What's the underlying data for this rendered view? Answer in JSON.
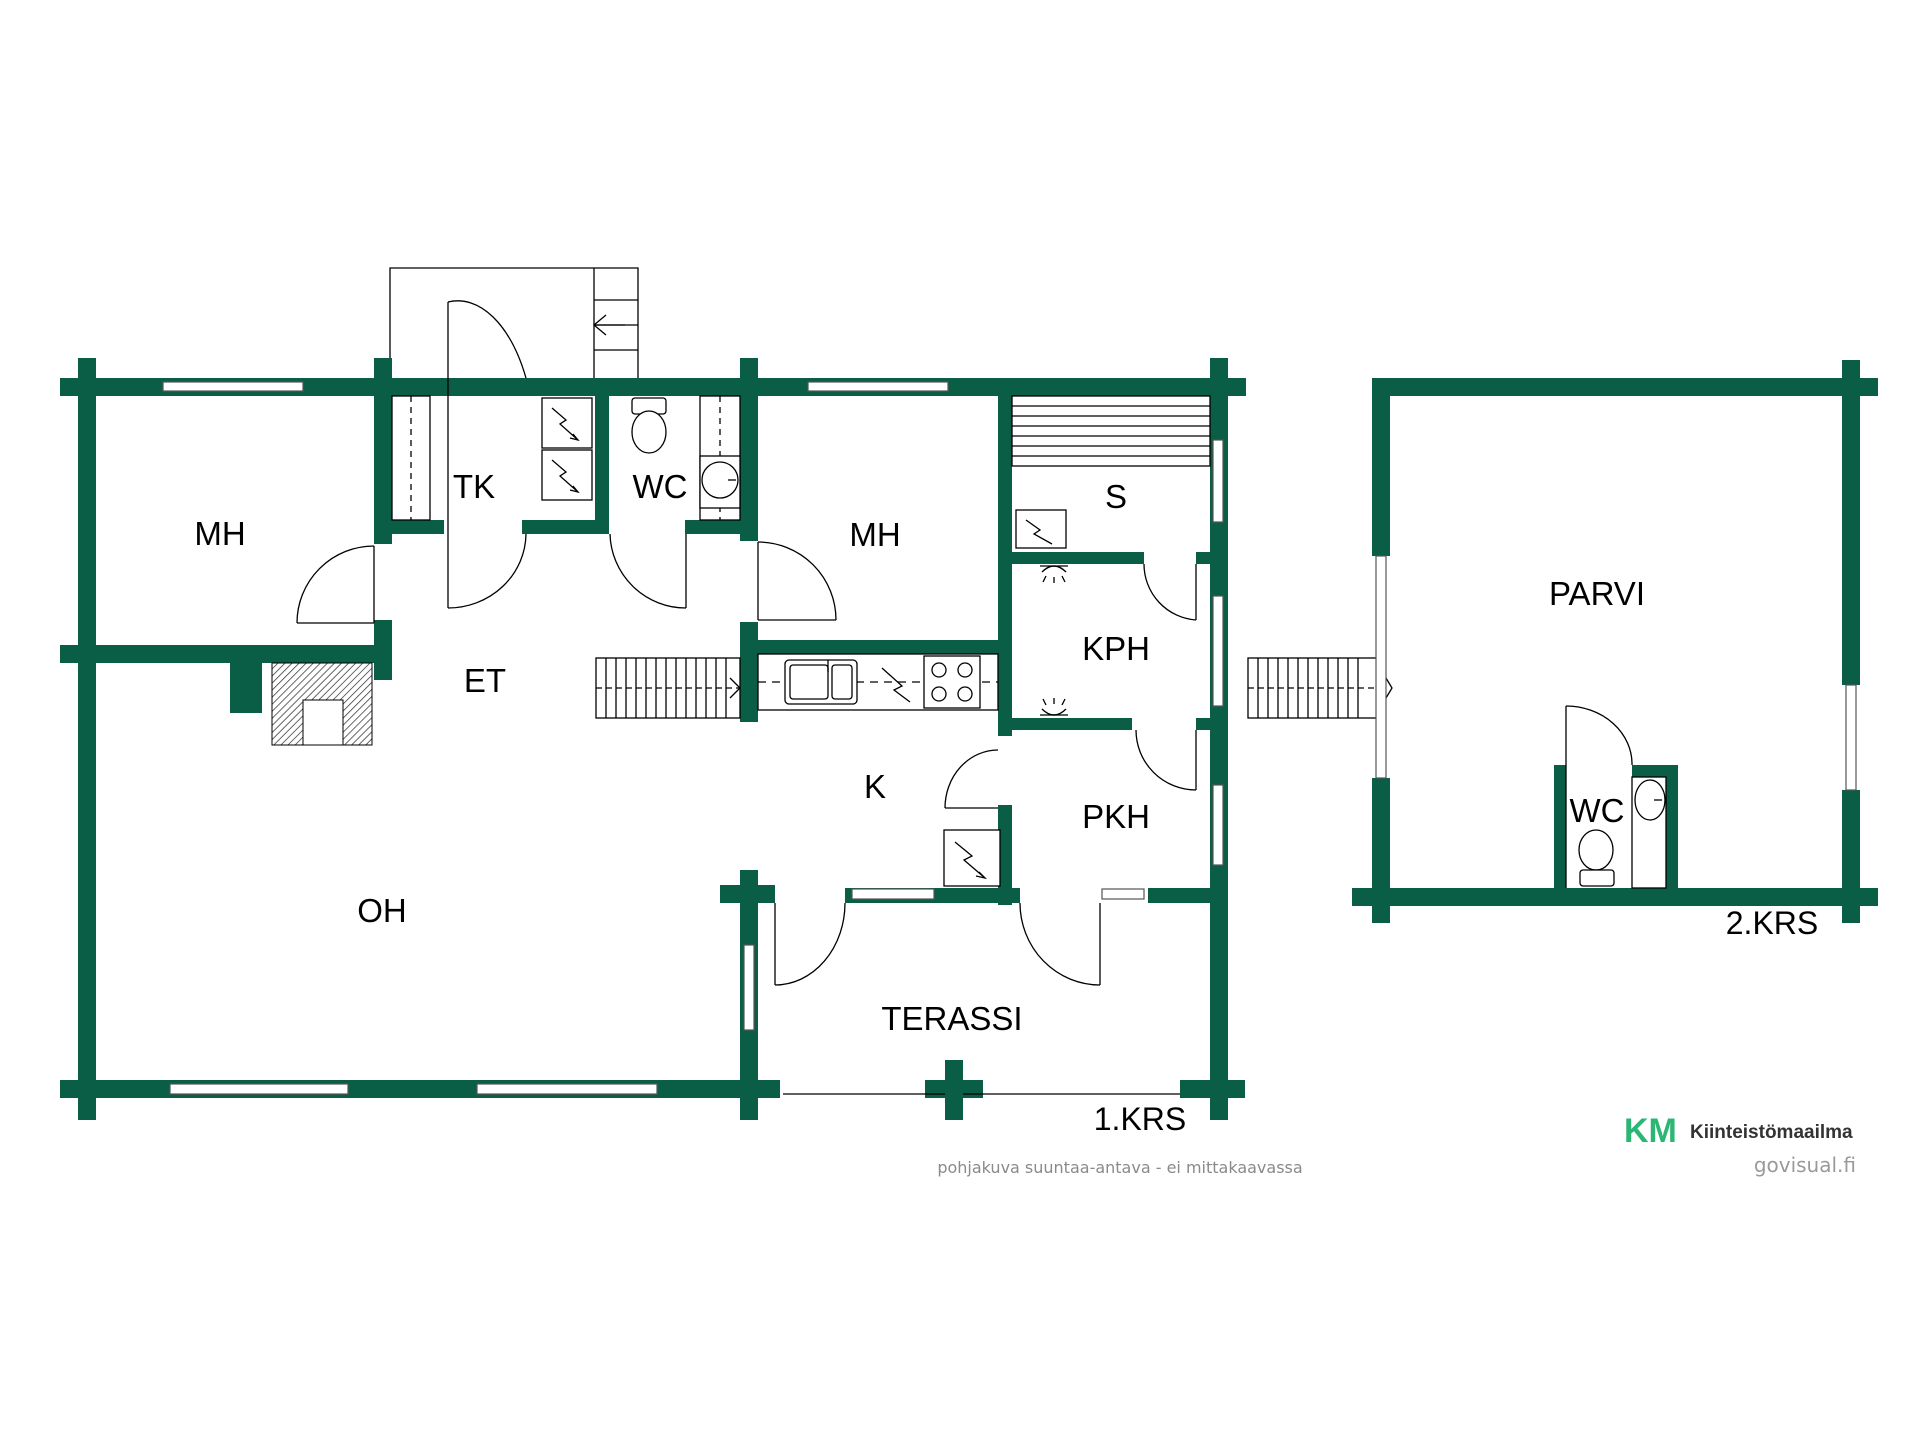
{
  "colors": {
    "wall": "#0a5e46",
    "brand_green": "#2bb673",
    "brand_dark": "#0a5e46"
  },
  "rooms": {
    "mh_left": "MH",
    "tk": "TK",
    "wc_1": "WC",
    "mh_right": "MH",
    "s": "S",
    "kph": "KPH",
    "et": "ET",
    "k": "K",
    "pkh": "PKH",
    "oh": "OH",
    "terassi": "TERASSI",
    "parvi": "PARVI",
    "wc_2": "WC"
  },
  "floors": {
    "first": "1.KRS",
    "second": "2.KRS"
  },
  "footer": {
    "disclaimer": "pohjakuva suuntaa-antava - ei mittakaavassa",
    "credit": "govisual.fi",
    "brand_mark": "KM",
    "brand_name": "Kiinteistömaailma"
  },
  "icons": [
    "appliance-bolt-icon",
    "toilet-icon",
    "washbasin-icon",
    "sink-icon",
    "stove-icon",
    "shower-icon",
    "fireplace-icon",
    "door-arc-icon",
    "stair-arrow-icon"
  ]
}
